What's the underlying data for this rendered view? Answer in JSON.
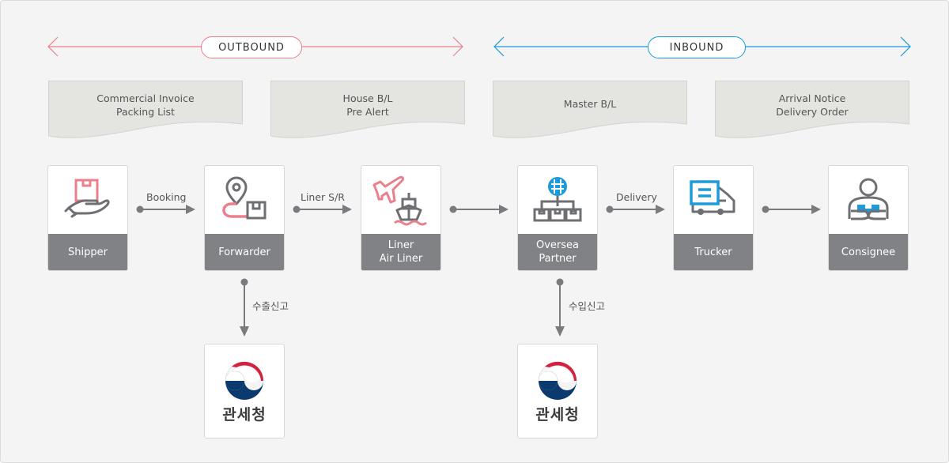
{
  "colors": {
    "outbound": "#e9808b",
    "inbound": "#1d9ad9",
    "gray": "#7a7b7e",
    "label_bg": "#818286"
  },
  "bands": {
    "outbound": "OUTBOUND",
    "inbound": "INBOUND"
  },
  "documents": [
    {
      "line1": "Commercial Invoice",
      "line2": "Packing List"
    },
    {
      "line1": "House B/L",
      "line2": "Pre Alert"
    },
    {
      "line1": "Master B/L",
      "line2": ""
    },
    {
      "line1": "Arrival Notice",
      "line2": "Delivery Order"
    }
  ],
  "nodes": [
    {
      "id": "shipper",
      "line1": "Shipper",
      "line2": "",
      "icon": "hand-box-icon"
    },
    {
      "id": "forwarder",
      "line1": "Forwarder",
      "line2": "",
      "icon": "location-box-icon"
    },
    {
      "id": "liner",
      "line1": "Liner",
      "line2": "Air Liner",
      "icon": "plane-ship-icon"
    },
    {
      "id": "oversea",
      "line1": "Oversea",
      "line2": "Partner",
      "icon": "globe-network-icon"
    },
    {
      "id": "trucker",
      "line1": "Trucker",
      "line2": "",
      "icon": "truck-icon"
    },
    {
      "id": "consignee",
      "line1": "Consignee",
      "line2": "",
      "icon": "person-box-icon"
    }
  ],
  "connectors": [
    {
      "label": "Booking"
    },
    {
      "label": "Liner S/R"
    },
    {
      "label": ""
    },
    {
      "label": "Delivery"
    },
    {
      "label": ""
    }
  ],
  "customs": [
    {
      "declaration": "수출신고",
      "agency": "관세청"
    },
    {
      "declaration": "수입신고",
      "agency": "관세청"
    }
  ]
}
